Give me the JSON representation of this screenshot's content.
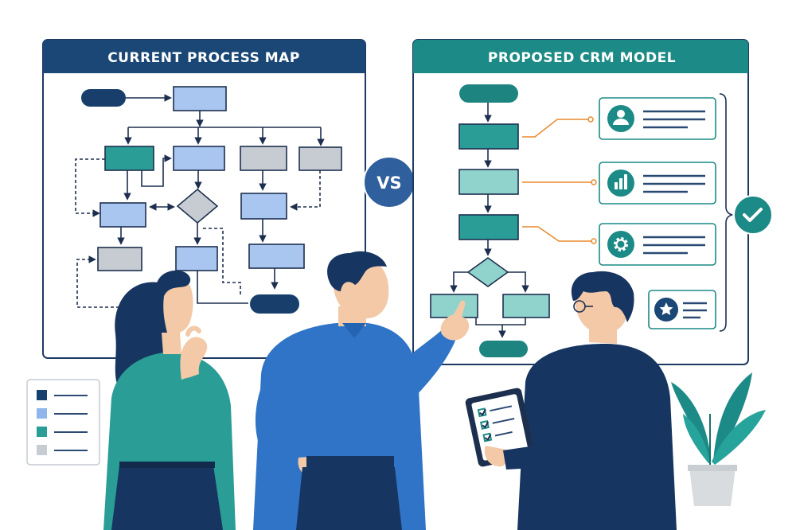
{
  "left_board": {
    "title": "CURRENT PROCESS MAP"
  },
  "right_board": {
    "title": "PROPOSED CRM MODEL"
  },
  "vs_badge": {
    "label": "VS"
  },
  "cards": [
    {
      "icon": "user-icon"
    },
    {
      "icon": "bar-chart-icon"
    },
    {
      "icon": "gear-icon"
    },
    {
      "icon": "star-icon"
    }
  ],
  "legend_items": [
    {
      "color": "#16406e"
    },
    {
      "color": "#8fb5ea"
    },
    {
      "color": "#2a9d96"
    },
    {
      "color": "#c7ccd3"
    }
  ],
  "colors": {
    "navy": "#16406e",
    "teal": "#21867f",
    "light_blue": "#a9c6f0",
    "teal_light": "#8fd3cc",
    "orange": "#e88a2e",
    "gray": "#c7ccd3"
  }
}
